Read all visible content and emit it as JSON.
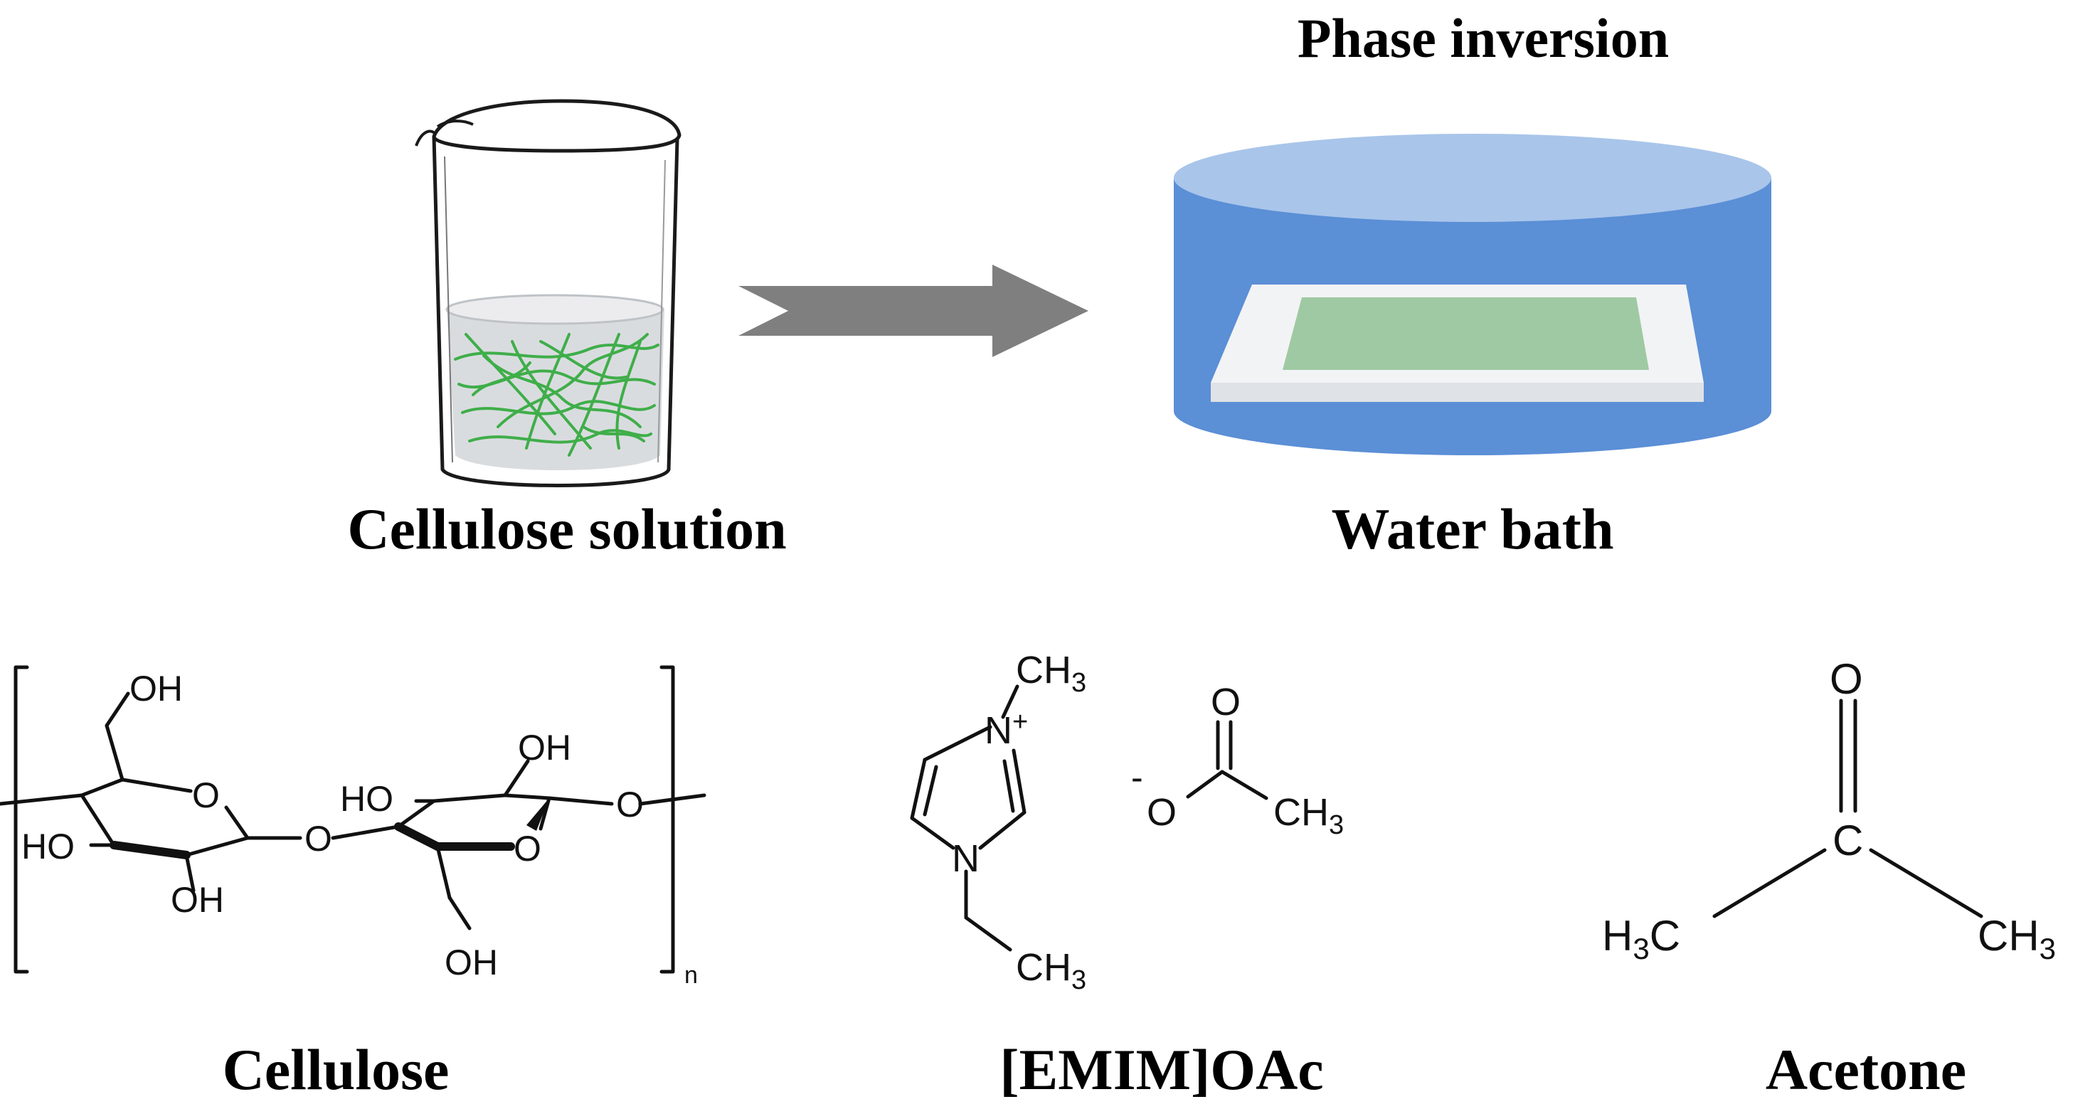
{
  "captions": {
    "phase_inversion": "Phase inversion",
    "cellulose_solution": "Cellulose solution",
    "water_bath": "Water bath",
    "cellulose": "Cellulose",
    "emim": "[EMIM]OAc",
    "acetone": "Acetone"
  },
  "cellulose_structure": {
    "oh_top_left": "OH",
    "o_ring_left": "O",
    "ho_left": "HO",
    "oh_bottom_left": "OH",
    "o_bridge": "O",
    "oh_top_right": "OH",
    "ho_right": "HO",
    "o_ring_right": "O",
    "o_right": "O",
    "oh_bottom_right": "OH",
    "subscript_n": "n"
  },
  "emim_structure": {
    "ch3_top": "CH",
    "ch3_top_sub": "3",
    "n_plus": "N",
    "plus": "+",
    "n_lower": "N",
    "ch3_ethyl": "CH",
    "ch3_ethyl_sub": "3",
    "o_carbonyl": "O",
    "o_minus_charge": "-",
    "o_minus": "O",
    "ch3_acetate": "CH",
    "ch3_acetate_sub": "3"
  },
  "acetone_structure": {
    "o": "O",
    "c": "C",
    "h3c_h": "H",
    "h3c_sub": "3",
    "h3c_c": "C",
    "ch3": "CH",
    "ch3_sub": "3"
  },
  "colors": {
    "fiber": "#3fae49",
    "liquid": "#d9dcdf",
    "arrow": "#7f7f7f",
    "bath_body": "#5b8fd6",
    "bath_top": "#a9c5ea",
    "plate": "#f2f3f5",
    "membrane": "#9fc9a3"
  }
}
